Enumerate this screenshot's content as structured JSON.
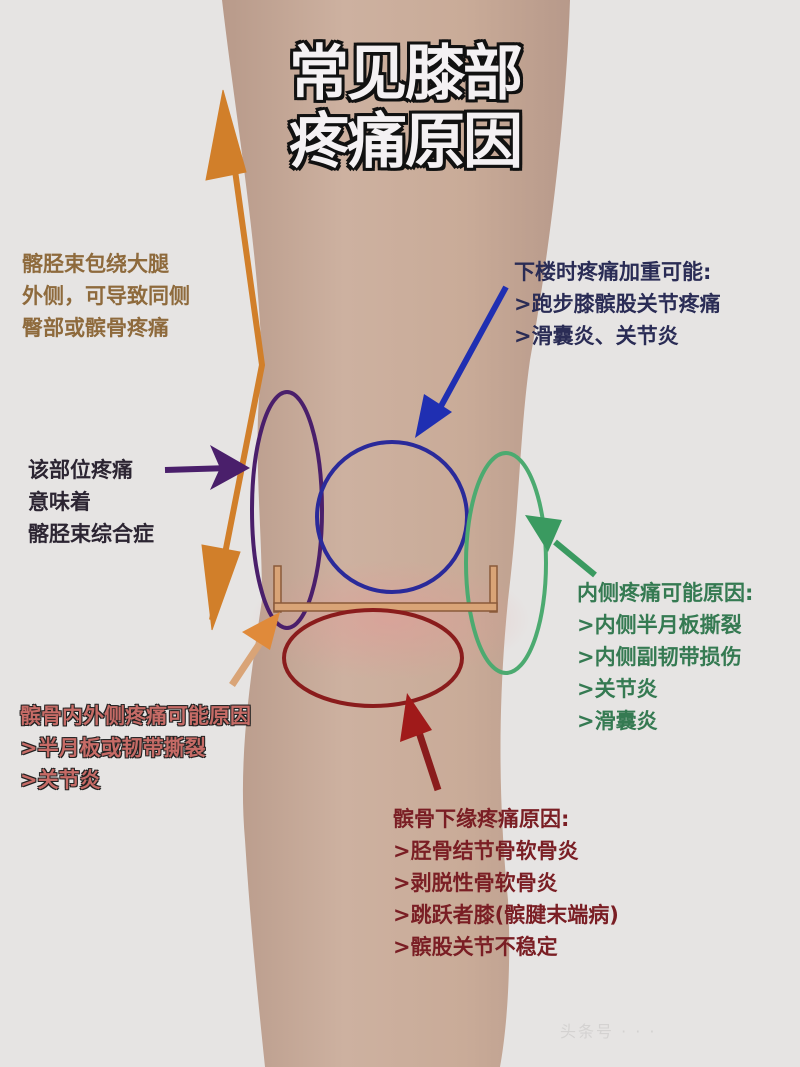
{
  "title": {
    "line1": "常见膝部",
    "line2": "疼痛原因"
  },
  "annotations": {
    "it_band": {
      "lines": [
        "髂胫束包绕大腿",
        "外侧，可导致同侧",
        "臀部或髌骨疼痛"
      ],
      "color": "#8e6a3c",
      "pointer": "double-arrow-orange"
    },
    "itbs": {
      "lines": [
        "该部位疼痛",
        "意味着",
        "髂胫束综合症"
      ],
      "color": "#2c2532",
      "pointer": "arrow-purple"
    },
    "downstairs": {
      "lines": [
        "下楼时疼痛加重可能:",
        ">跑步膝髌股关节疼痛",
        ">滑囊炎、关节炎"
      ],
      "color": "#2a2c55",
      "pointer": "arrow-blue"
    },
    "medial": {
      "lines": [
        "内侧疼痛可能原因:",
        ">内侧半月板撕裂",
        ">内侧副韧带损伤",
        ">关节炎",
        ">滑囊炎"
      ],
      "color": "#357a52",
      "pointer": "arrow-green"
    },
    "lateral_patella": {
      "lines": [
        "髌骨内外侧疼痛可能原因",
        ">半月板或韧带撕裂",
        ">关节炎"
      ],
      "color": "#c66b66",
      "pointer": "arrow-orange-small"
    },
    "inferior_patella": {
      "lines": [
        "髌骨下缘疼痛原因:",
        ">胫骨结节骨软骨炎",
        ">剥脱性骨软骨炎",
        ">跳跃者膝(髌腱末端病)",
        ">髌股关节不稳定"
      ],
      "color": "#7a1e24",
      "pointer": "arrow-dark-red"
    }
  },
  "watermark": "头条号 ·  ·  ·",
  "colors": {
    "background": "#e6e4e3",
    "skin": "#c7a793",
    "orange": "#d17f2a",
    "purple": "#4a1f6b",
    "blue": "#2a2a9a",
    "green": "#4caa70",
    "dark_red": "#8a1c1c",
    "bracket": "#d9a477"
  }
}
